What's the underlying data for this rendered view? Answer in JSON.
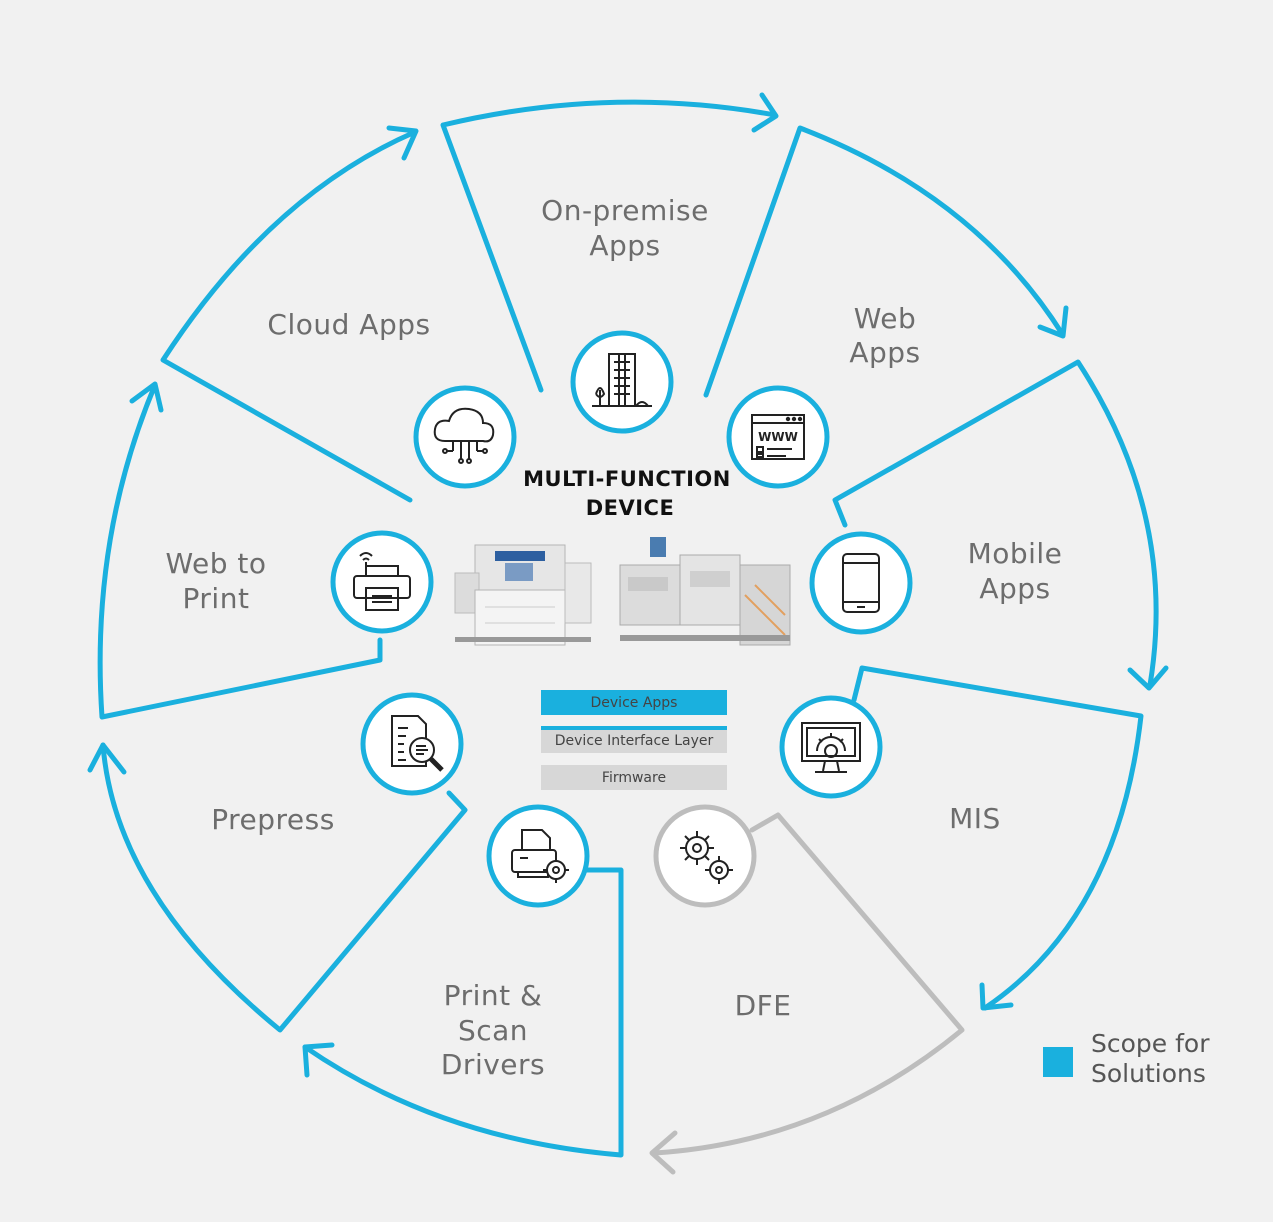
{
  "colors": {
    "accent": "#1ab0de",
    "inactive": "#bdbdbd",
    "background": "#f1f1f1",
    "label": "#6d6d6d",
    "title": "#111111"
  },
  "center": {
    "title_line1": "MULTI-FUNCTION",
    "title_line2": "DEVICE"
  },
  "segments": [
    {
      "id": "on-premise",
      "line1": "On-premise",
      "line2": "Apps",
      "icon": "office-building-icon",
      "in_scope": true
    },
    {
      "id": "web",
      "line1": "Web",
      "line2": "Apps",
      "icon": "browser-www-icon",
      "in_scope": true
    },
    {
      "id": "mobile",
      "line1": "Mobile",
      "line2": "Apps",
      "icon": "smartphone-icon",
      "in_scope": true
    },
    {
      "id": "mis",
      "line1": "MIS",
      "icon": "monitor-gear-icon",
      "in_scope": true
    },
    {
      "id": "dfe",
      "line1": "DFE",
      "icon": "gears-icon",
      "in_scope": false
    },
    {
      "id": "drivers",
      "line1": "Print &",
      "line2": "Scan",
      "line3": "Drivers",
      "icon": "printer-gear-icon",
      "in_scope": true
    },
    {
      "id": "prepress",
      "line1": "Prepress",
      "icon": "document-search-icon",
      "in_scope": true
    },
    {
      "id": "web-to-print",
      "line1": "Web to",
      "line2": "Print",
      "icon": "printer-icon",
      "in_scope": true
    },
    {
      "id": "cloud",
      "line1": "Cloud Apps",
      "icon": "cloud-network-icon",
      "in_scope": true
    }
  ],
  "layers": [
    {
      "label": "Device Apps",
      "style": "accent"
    },
    {
      "label": "Device Interface Layer",
      "style": "gray-accent"
    },
    {
      "label": "Firmware",
      "style": "gray"
    }
  ],
  "legend": {
    "line1": "Scope for",
    "line2": "Solutions",
    "color": "#1ab0de"
  }
}
